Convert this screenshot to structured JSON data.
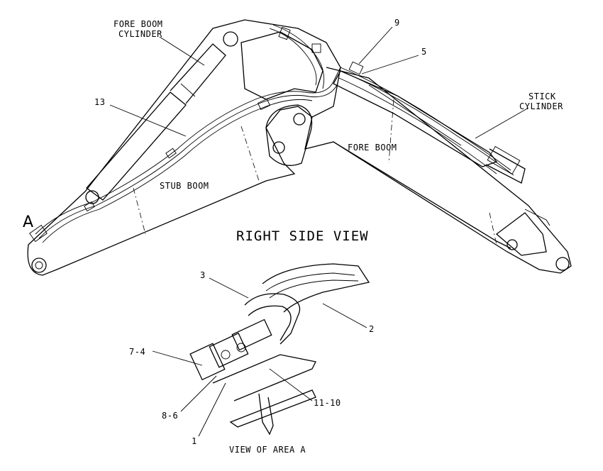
{
  "title": "RIGHT SIDE VIEW",
  "subtitle": "VIEW OF AREA A",
  "area_marker": "A",
  "components": {
    "fore_boom_cylinder_line1": "FORE BOOM",
    "fore_boom_cylinder_line2": "CYLINDER",
    "stick_cylinder_line1": "STICK",
    "stick_cylinder_line2": "CYLINDER",
    "stub_boom": "STUB BOOM",
    "fore_boom": "FORE BOOM"
  },
  "callouts": {
    "c9": "9",
    "c5": "5",
    "c13": "13",
    "c3": "3",
    "c2": "2",
    "c7_4": "7-4",
    "c8_6": "8-6",
    "c11_10": "11-10",
    "c1": "1"
  }
}
